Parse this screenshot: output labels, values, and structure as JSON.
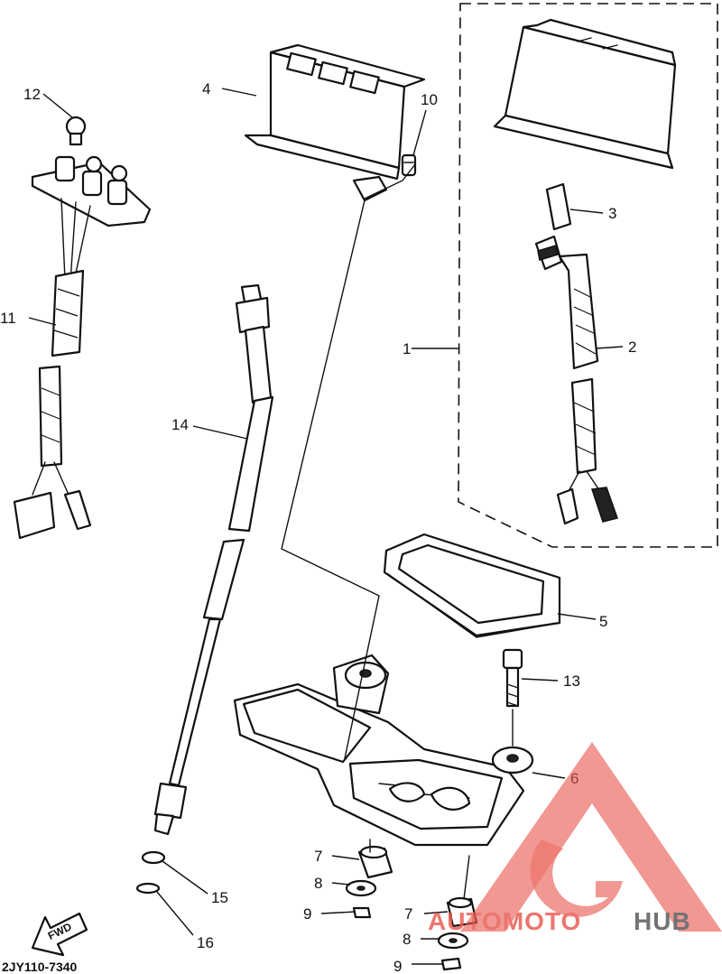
{
  "diagram": {
    "drawing_code": "2JY110-7340",
    "fwd_label": "FWD",
    "callouts": [
      {
        "id": "c1",
        "label": "1"
      },
      {
        "id": "c2",
        "label": "2"
      },
      {
        "id": "c3",
        "label": "3"
      },
      {
        "id": "c4",
        "label": "4"
      },
      {
        "id": "c5",
        "label": "5"
      },
      {
        "id": "c6",
        "label": "6"
      },
      {
        "id": "c7a",
        "label": "7"
      },
      {
        "id": "c7b",
        "label": "7"
      },
      {
        "id": "c8a",
        "label": "8"
      },
      {
        "id": "c8b",
        "label": "8"
      },
      {
        "id": "c9a",
        "label": "9"
      },
      {
        "id": "c9b",
        "label": "9"
      },
      {
        "id": "c10",
        "label": "10"
      },
      {
        "id": "c11",
        "label": "11"
      },
      {
        "id": "c12",
        "label": "12"
      },
      {
        "id": "c13",
        "label": "13"
      },
      {
        "id": "c14",
        "label": "14"
      },
      {
        "id": "c15",
        "label": "15"
      },
      {
        "id": "c16",
        "label": "16"
      }
    ]
  },
  "watermark": {
    "text_primary": "AUTOMOTO",
    "text_secondary": "HUB",
    "logo_color": "#e8584f",
    "secondary_color": "#555555"
  }
}
